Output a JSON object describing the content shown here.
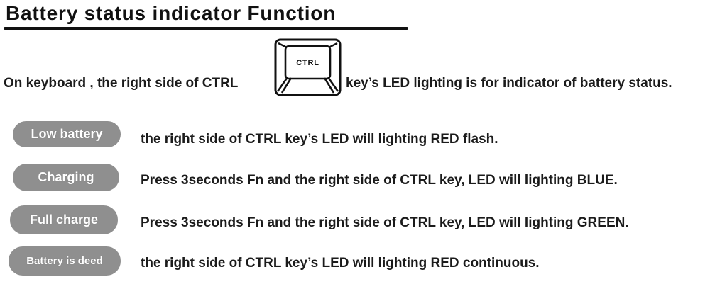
{
  "title": "Battery status indicator Function",
  "intro": {
    "before_key": "On keyboard , the right side of CTRL",
    "key_label": "CTRL",
    "after_key": "key’s LED lighting is for indicator of battery status."
  },
  "rows": [
    {
      "badge": "Low battery",
      "text": "the right side of CTRL key’s LED will lighting RED flash."
    },
    {
      "badge": "Charging",
      "text": "Press 3seconds Fn and the right side of CTRL key, LED will lighting BLUE."
    },
    {
      "badge": "Full charge",
      "text": "Press 3seconds Fn and the right side of CTRL key, LED will lighting GREEN."
    },
    {
      "badge": "Battery is deed",
      "text": "the right side of CTRL key’s LED will lighting RED continuous."
    }
  ],
  "colors": {
    "badge_bg": "#8f8f8f",
    "badge_text": "#ffffff",
    "body_text": "#1b1b1b",
    "rule": "#111111"
  }
}
